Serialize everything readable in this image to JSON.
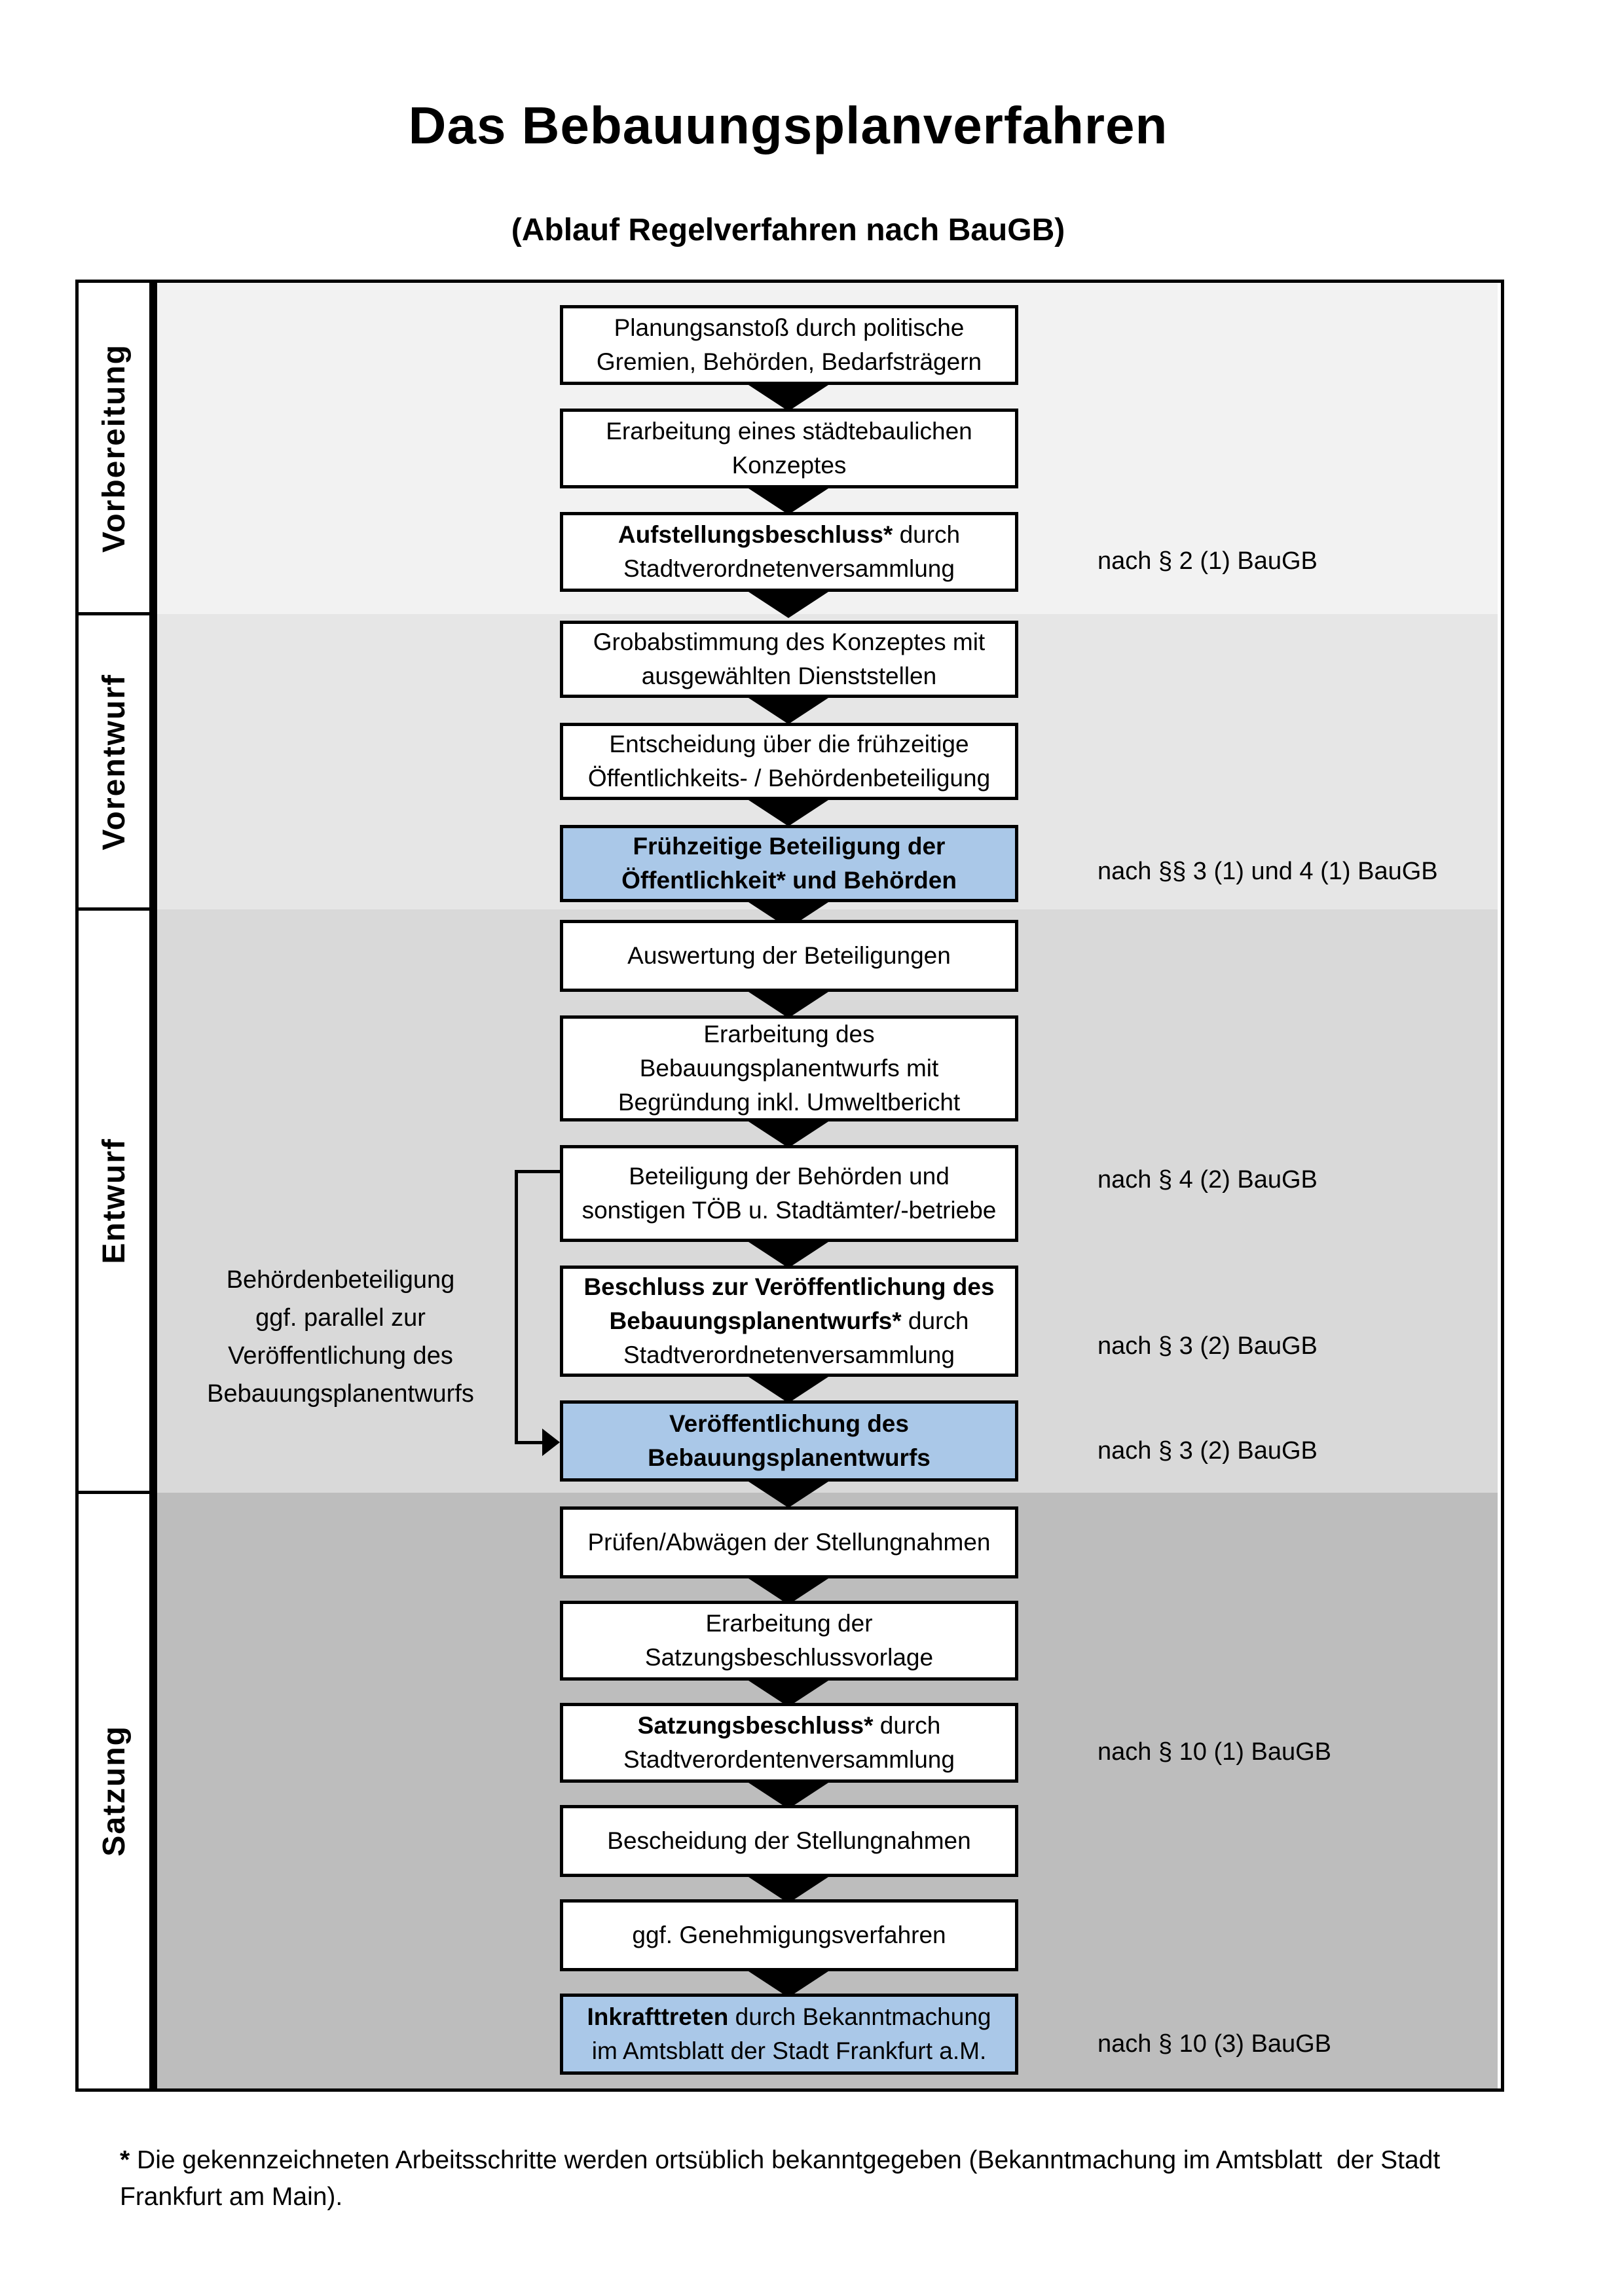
{
  "header": {
    "title": "Das Bebauungsplanverfahren",
    "subtitle": "(Ablauf Regelverfahren nach BauGB)"
  },
  "phases": [
    {
      "label": "Vorbereitung"
    },
    {
      "label": "Vorentwurf"
    },
    {
      "label": "Entwurf"
    },
    {
      "label": "Satzung"
    }
  ],
  "steps": [
    {
      "lines": [
        [
          {
            "t": "Planungsanstoß durch politische"
          }
        ],
        [
          {
            "t": "Gremien, Behörden, Bedarfsträgern"
          }
        ]
      ],
      "highlight": false,
      "annotation": null
    },
    {
      "lines": [
        [
          {
            "t": "Erarbeitung eines städtebaulichen"
          }
        ],
        [
          {
            "t": "Konzeptes"
          }
        ]
      ],
      "highlight": false,
      "annotation": null
    },
    {
      "lines": [
        [
          {
            "t": "Aufstellungsbeschluss*",
            "b": true
          },
          {
            "t": " durch"
          }
        ],
        [
          {
            "t": "Stadtverordnetenversammlung"
          }
        ]
      ],
      "highlight": false,
      "annotation": "nach § 2 (1) BauGB"
    },
    {
      "lines": [
        [
          {
            "t": "Grobabstimmung des Konzeptes mit"
          }
        ],
        [
          {
            "t": "ausgewählten Dienststellen"
          }
        ]
      ],
      "highlight": false,
      "annotation": null
    },
    {
      "lines": [
        [
          {
            "t": "Entscheidung über die frühzeitige"
          }
        ],
        [
          {
            "t": "Öffentlichkeits- / Behördenbeteiligung"
          }
        ]
      ],
      "highlight": false,
      "annotation": null
    },
    {
      "lines": [
        [
          {
            "t": "Frühzeitige Beteiligung der",
            "b": true
          }
        ],
        [
          {
            "t": "Öffentlichkeit* und Behörden",
            "b": true
          }
        ]
      ],
      "highlight": true,
      "annotation": "nach §§ 3 (1) und 4 (1) BauGB"
    },
    {
      "lines": [
        [
          {
            "t": "Auswertung der Beteiligungen"
          }
        ]
      ],
      "highlight": false,
      "annotation": null
    },
    {
      "lines": [
        [
          {
            "t": "Erarbeitung des"
          }
        ],
        [
          {
            "t": "Bebauungsplanentwurfs mit"
          }
        ],
        [
          {
            "t": "Begründung inkl. Umweltbericht"
          }
        ]
      ],
      "highlight": false,
      "annotation": null
    },
    {
      "lines": [
        [
          {
            "t": "Beteiligung der Behörden und"
          }
        ],
        [
          {
            "t": "sonstigen TÖB u. Stadtämter/-betriebe"
          }
        ]
      ],
      "highlight": false,
      "annotation": "nach § 4 (2) BauGB"
    },
    {
      "lines": [
        [
          {
            "t": "Beschluss zur Veröffentlichung des",
            "b": true
          }
        ],
        [
          {
            "t": "Bebauungsplanentwurfs*",
            "b": true
          },
          {
            "t": " durch"
          }
        ],
        [
          {
            "t": "Stadtverordnetenversammlung"
          }
        ]
      ],
      "highlight": false,
      "annotation": "nach § 3 (2) BauGB"
    },
    {
      "lines": [
        [
          {
            "t": "Veröffentlichung des",
            "b": true
          }
        ],
        [
          {
            "t": "Bebauungsplanentwurfs",
            "b": true
          }
        ]
      ],
      "highlight": true,
      "annotation": "nach § 3 (2) BauGB"
    },
    {
      "lines": [
        [
          {
            "t": "Prüfen/Abwägen der Stellungnahmen"
          }
        ]
      ],
      "highlight": false,
      "annotation": null
    },
    {
      "lines": [
        [
          {
            "t": "Erarbeitung der"
          }
        ],
        [
          {
            "t": "Satzungsbeschlussvorlage"
          }
        ]
      ],
      "highlight": false,
      "annotation": null
    },
    {
      "lines": [
        [
          {
            "t": "Satzungsbeschluss*",
            "b": true
          },
          {
            "t": " durch"
          }
        ],
        [
          {
            "t": "Stadtverordentenversammlung"
          }
        ]
      ],
      "highlight": false,
      "annotation": "nach § 10 (1) BauGB"
    },
    {
      "lines": [
        [
          {
            "t": "Bescheidung der Stellungnahmen"
          }
        ]
      ],
      "highlight": false,
      "annotation": null
    },
    {
      "lines": [
        [
          {
            "t": "ggf. Genehmigungsverfahren"
          }
        ]
      ],
      "highlight": false,
      "annotation": null
    },
    {
      "lines": [
        [
          {
            "t": "Inkrafttreten",
            "b": true
          },
          {
            "t": " durch Bekanntmachung"
          }
        ],
        [
          {
            "t": "im Amtsblatt der Stadt Frankfurt a.M."
          }
        ]
      ],
      "highlight": true,
      "annotation": "nach § 10 (3) BauGB"
    }
  ],
  "side_note": {
    "lines": [
      "Behördenbeteiligung",
      "ggf. parallel zur",
      "Veröffentlichung des",
      "Bebauungsplanentwurfs"
    ]
  },
  "footnote": {
    "star": "*",
    "lines": [
      " Die gekennzeichneten Arbeitsschritte werden ortsüblich bekanntgegeben (Bekanntmachung im Amtsblatt  der Stadt",
      "Frankfurt am Main)."
    ]
  },
  "colors": {
    "highlight_blue": "#aac8e8",
    "section_vorbereitung": "#f2f2f2",
    "section_vorentwurf": "#e6e6e6",
    "section_entwurf": "#d9d9d9",
    "section_satzung": "#bdbdbd"
  }
}
